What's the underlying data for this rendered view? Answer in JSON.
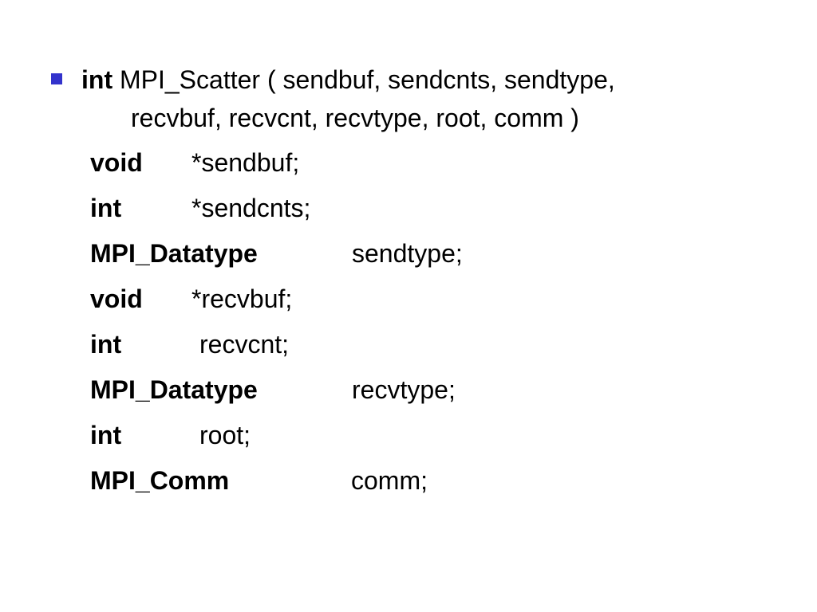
{
  "slide": {
    "bullet_color": "#3333cc",
    "signature": {
      "return_type": "int",
      "line1": "MPI_Scatter ( sendbuf, sendcnts, sendtype,",
      "line2": "recvbuf, recvcnt, recvtype, root, comm )"
    },
    "params": [
      {
        "type": "void",
        "name": "*sendbuf;"
      },
      {
        "type": "int",
        "name": "*sendcnts;"
      },
      {
        "type": "MPI_Datatype",
        "name": "sendtype;"
      },
      {
        "type": "void",
        "name": "*recvbuf;"
      },
      {
        "type": "int",
        "name": "recvcnt;"
      },
      {
        "type": "MPI_Datatype",
        "name": "recvtype;"
      },
      {
        "type": "int",
        "name": "root;"
      },
      {
        "type": "MPI_Comm",
        "name": "comm;"
      }
    ]
  }
}
